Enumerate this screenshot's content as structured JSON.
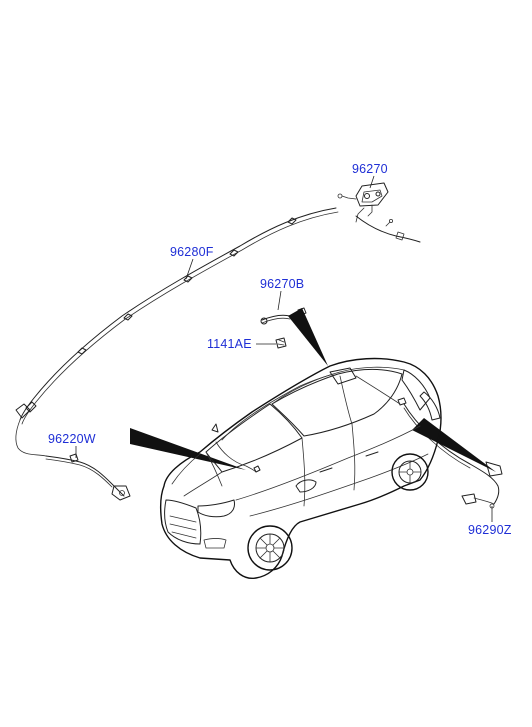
{
  "labels": {
    "p96270": "96270",
    "p96280f": "96280F",
    "p96270b": "96270B",
    "p1141ae": "1141AE",
    "p96220w": "96220W",
    "p96290z": "96290Z"
  },
  "colors": {
    "label": "#1f2fd6",
    "line": "#222222",
    "background": "#ffffff"
  }
}
